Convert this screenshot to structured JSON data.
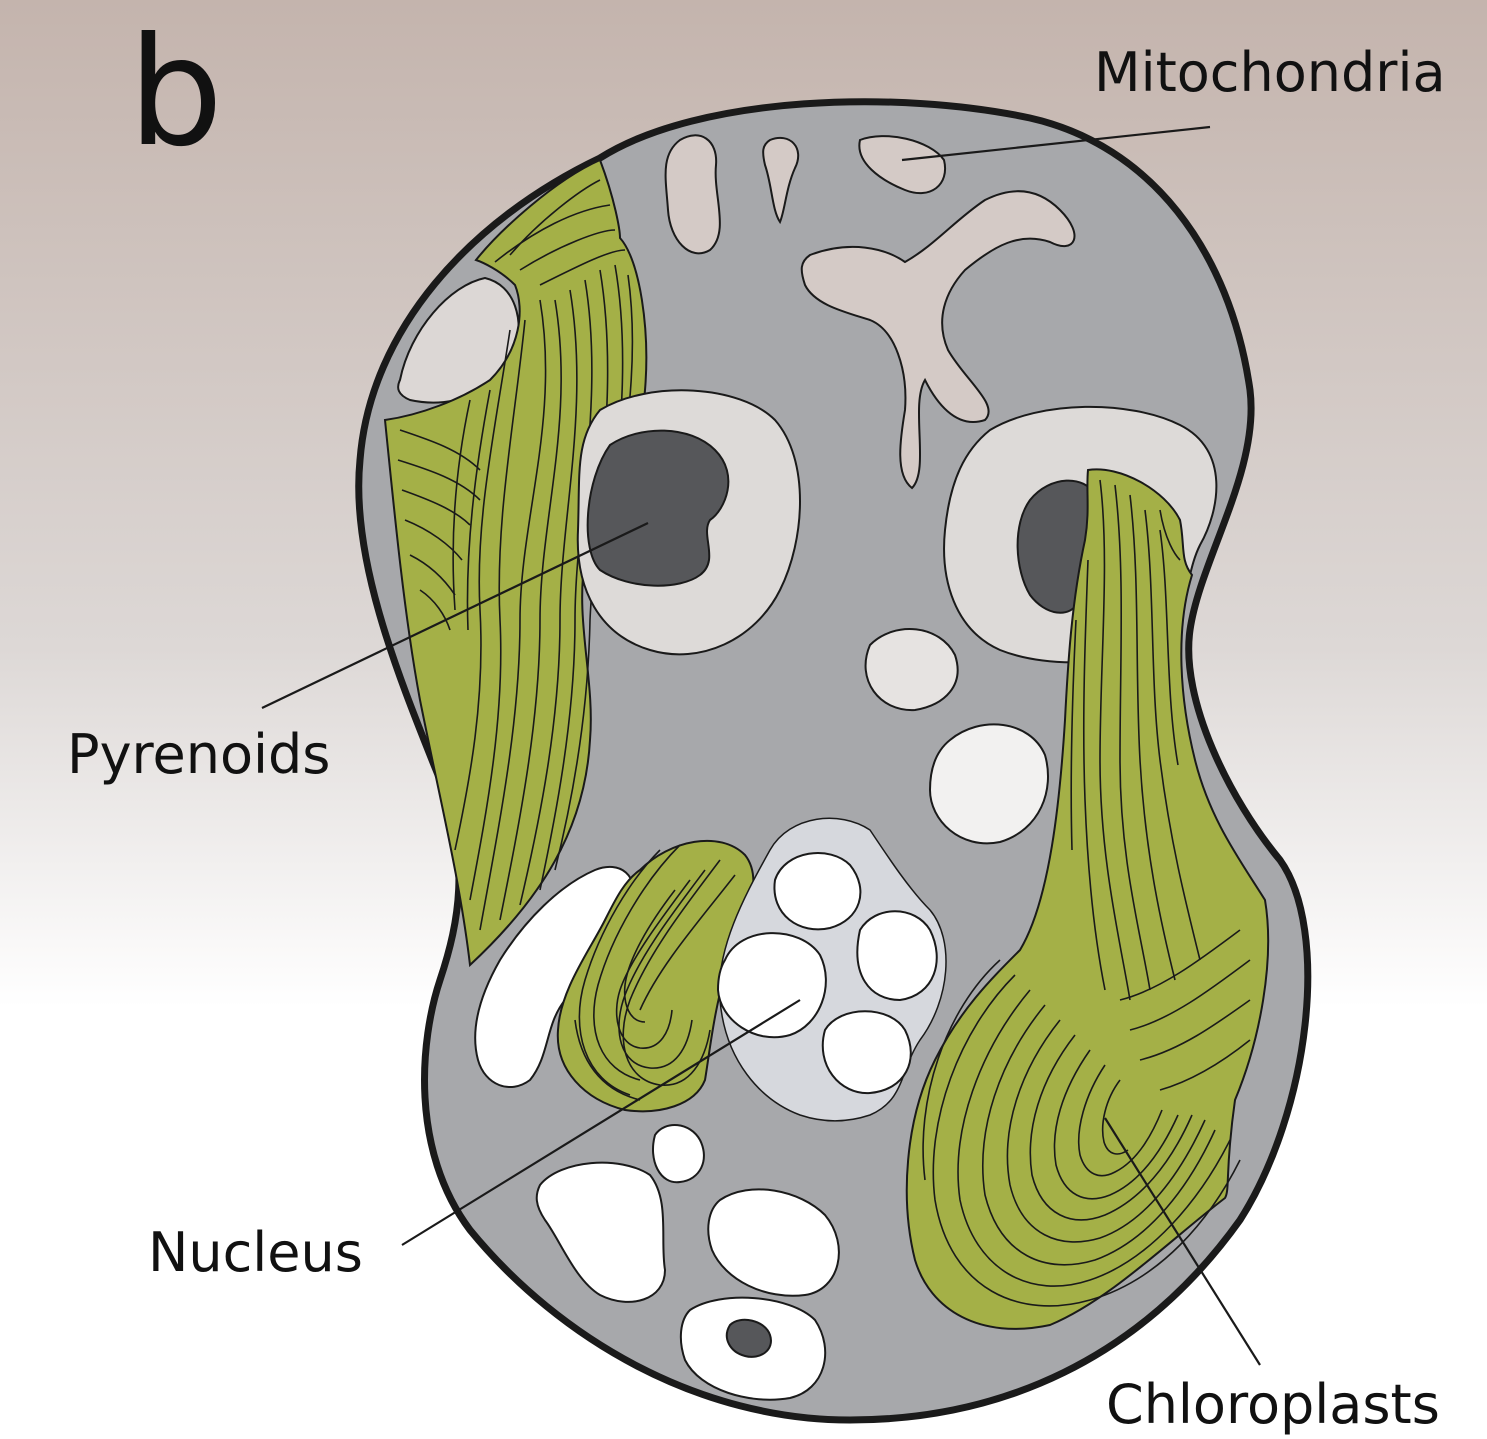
{
  "panel_letter": "b",
  "labels": {
    "mitochondria": "Mitochondria",
    "pyrenoids": "Pyrenoids",
    "nucleus": "Nucleus",
    "chloroplasts": "Chloroplasts"
  },
  "colors": {
    "background_top": "#c4b4ad",
    "background_bottom": "#ffffff",
    "cytoplasm": "#a7a8ab",
    "chloroplast": "#a4b047",
    "mitochondria": "#d4cac6",
    "pyrenoid": "#56575a",
    "starch_sheath": "#dddad8",
    "nucleus": "#d6d8dd",
    "vesicle": "#ffffff",
    "outline": "#1a1a1a"
  }
}
